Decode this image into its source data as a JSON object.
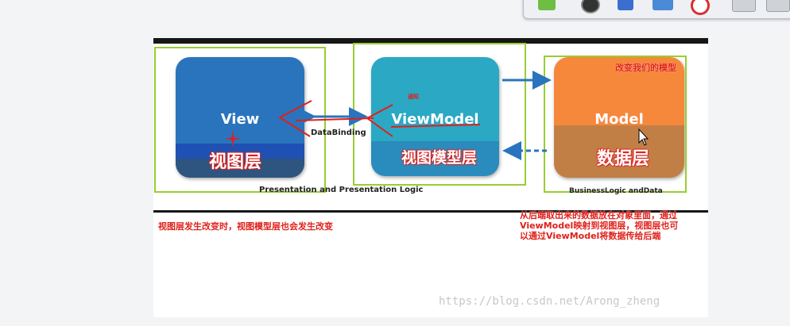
{
  "toolbar": {
    "icons": [
      "refresh-icon",
      "record-icon",
      "pen-icon",
      "network-icon",
      "target-icon",
      "monitor-icon",
      "monitor-icon"
    ]
  },
  "diagram": {
    "view": {
      "title": "View",
      "cn_label": "视图层"
    },
    "viewmodel": {
      "title": "ViewModel",
      "cn_label": "视图模型层",
      "small_red": "通知"
    },
    "model": {
      "title": "Model",
      "cn_label": "数据层",
      "top_note": "改变我们的模型"
    },
    "binding_label": "DataBinding",
    "left_caption": "Presentation and Presentation Logic",
    "right_caption": "BusinessLogic andData"
  },
  "notes": {
    "left": "视图层发生改变时，视图模型层也会发生改变",
    "right": "从后端取出来的数据放在对象里面，通过ViewModel映射到视图层，视图层也可以通过ViewModel将数据传给后端"
  },
  "watermark": "https://blog.csdn.net/Arong_zheng",
  "colors": {
    "view": "#2a74bd",
    "viewmodel": "#2aa8c4",
    "model": "#f6883c",
    "highlight_frame": "#9acd32",
    "annotation": "#e0201a"
  }
}
